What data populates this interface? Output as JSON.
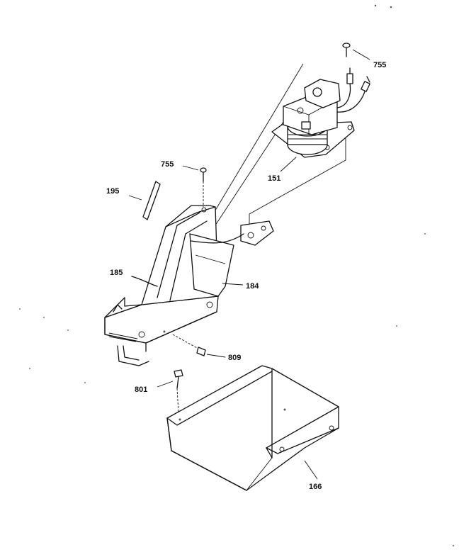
{
  "labels": {
    "p755_top": "755",
    "p151": "151",
    "p755_mid": "755",
    "p195": "195",
    "p185": "185",
    "p184": "184",
    "p809": "809",
    "p801": "801",
    "p166": "166"
  }
}
